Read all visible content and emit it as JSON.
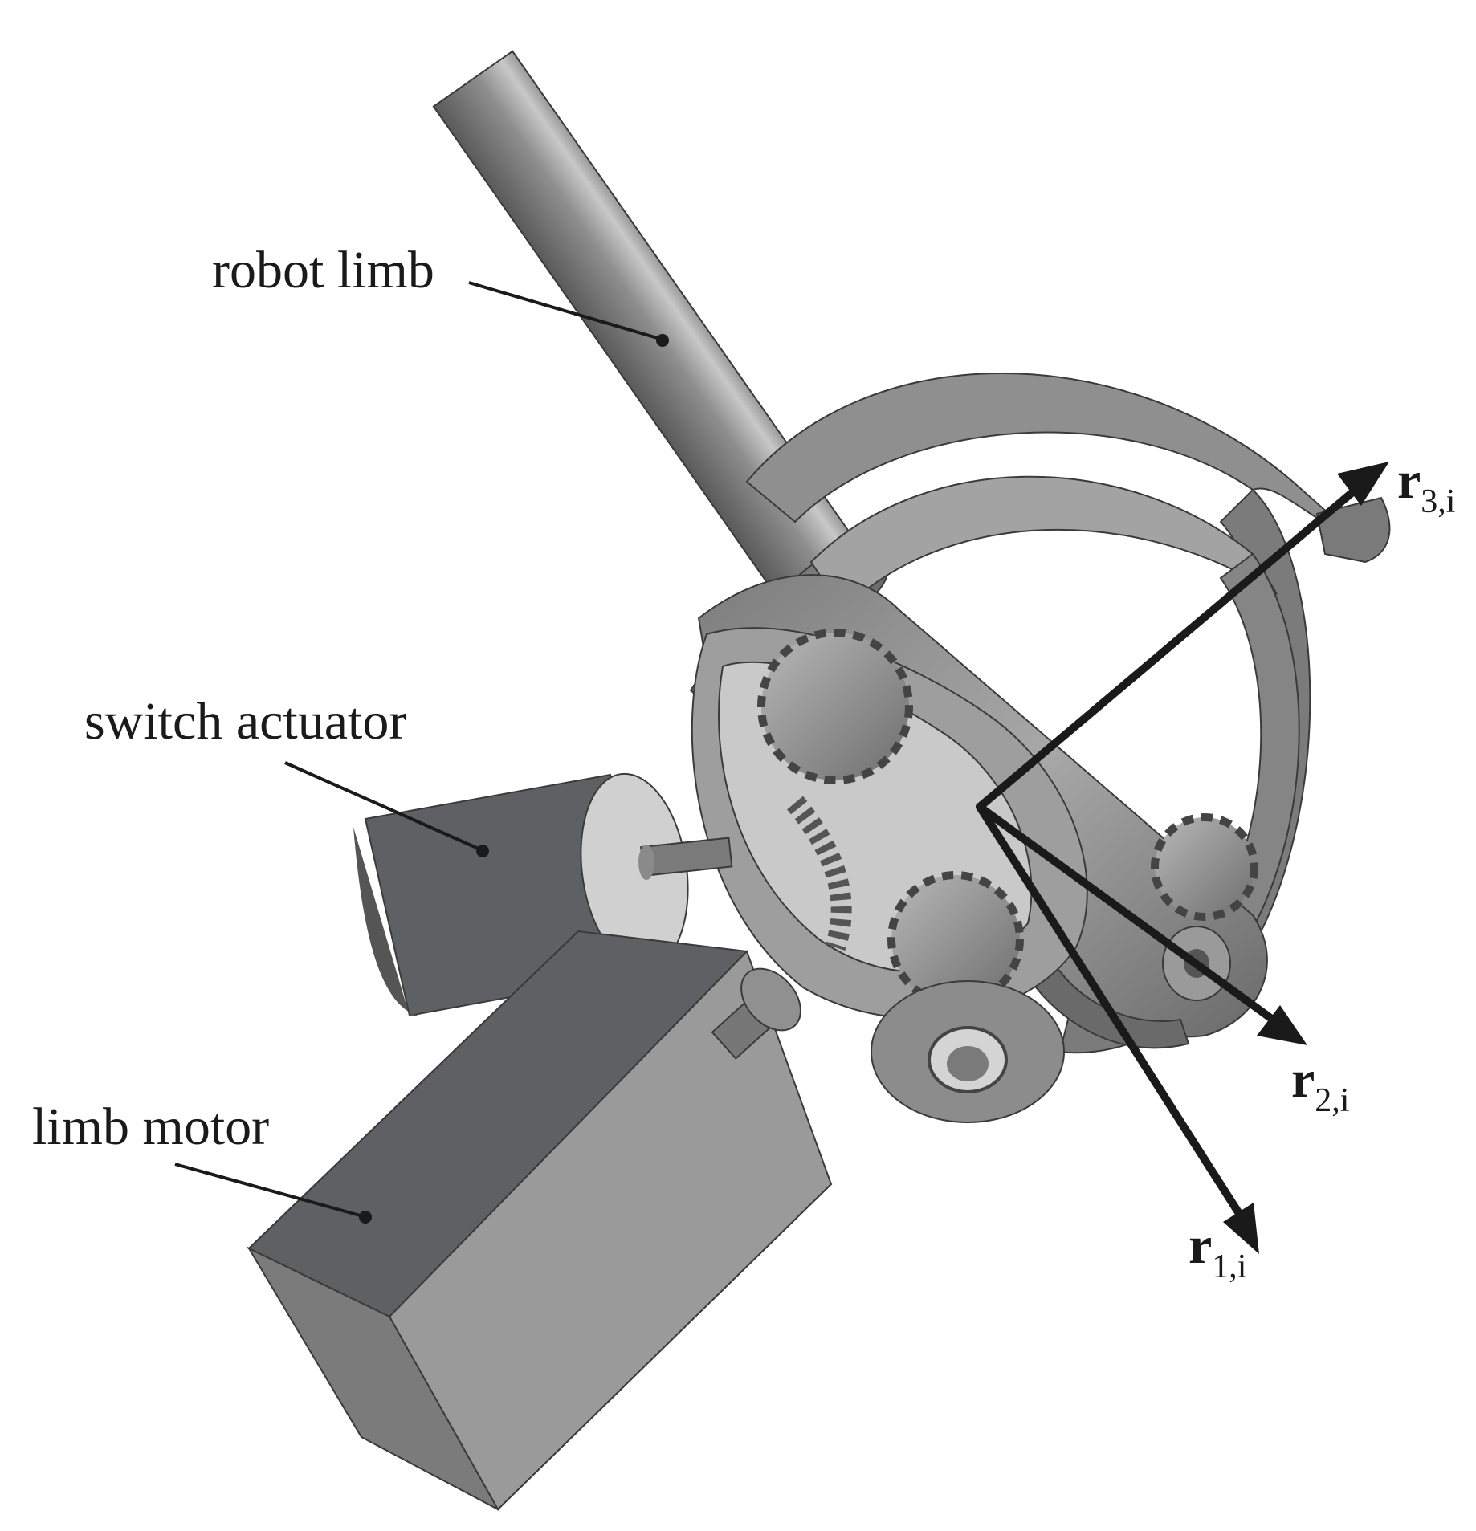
{
  "callouts": {
    "robot_limb": "robot limb",
    "switch_actuator": "switch actuator",
    "limb_motor": "limb motor"
  },
  "axes": {
    "r1": {
      "main": "r",
      "sub": "1,i"
    },
    "r2": {
      "main": "r",
      "sub": "2,i"
    },
    "r3": {
      "main": "r",
      "sub": "3,i"
    }
  },
  "colors": {
    "dark_gray": "#5f6063",
    "mid_gray": "#8a8a8a",
    "light_gray": "#bdbdbd",
    "ink": "#1a1a1a"
  }
}
